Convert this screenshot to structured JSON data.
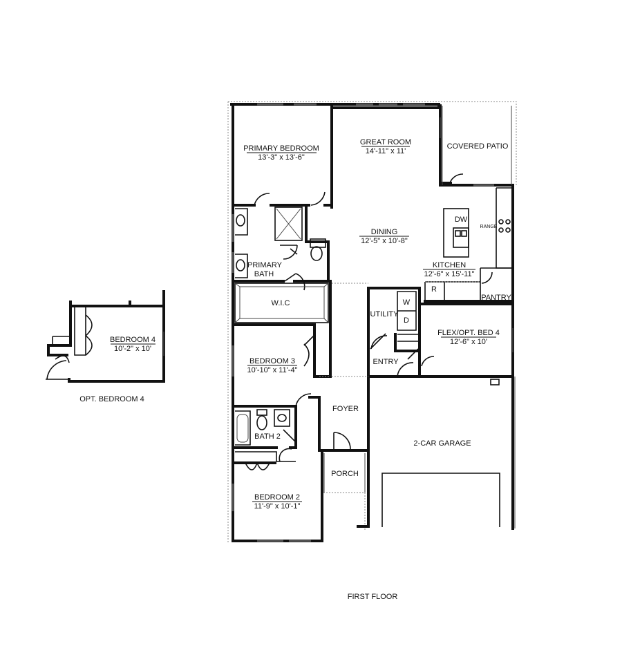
{
  "plan": {
    "floor_title": "FIRST FLOOR",
    "rooms": {
      "primary_bedroom": {
        "name": "PRIMARY BEDROOM",
        "dims": "13'-3\" x 13'-6\""
      },
      "great_room": {
        "name": "GREAT ROOM",
        "dims": "14'-11\" x 11'"
      },
      "covered_patio": {
        "name": "COVERED PATIO"
      },
      "dining": {
        "name": "DINING",
        "dims": "12'-5\" x 10'-8\""
      },
      "kitchen": {
        "name": "KITCHEN",
        "dims": "12'-6\" x 15'-11\""
      },
      "primary_bath": {
        "name_line1": "PRIMARY",
        "name_line2": "BATH"
      },
      "wic": {
        "name": "W.I.C"
      },
      "pantry": {
        "name": "PANTRY"
      },
      "utility": {
        "name": "UTILITY"
      },
      "flex": {
        "name": "FLEX/OPT. BED 4",
        "dims": "12'-6\" x 10'"
      },
      "entry": {
        "name": "ENTRY"
      },
      "bedroom3": {
        "name": "BEDROOM 3",
        "dims": "10'-10\" x 11'-4\""
      },
      "foyer": {
        "name": "FOYER"
      },
      "garage": {
        "name": "2-CAR GARAGE"
      },
      "bath2": {
        "name": "BATH 2"
      },
      "porch": {
        "name": "PORCH"
      },
      "bedroom2": {
        "name": "BEDROOM 2",
        "dims": "11'-9\" x 10'-1\""
      }
    },
    "fixtures": {
      "dishwasher": "DW",
      "range": "RANGE",
      "refrigerator": "R",
      "washer": "W",
      "dryer": "D"
    },
    "option": {
      "bedroom4": {
        "name": "BEDROOM 4",
        "dims": "10'-2\" x 10'"
      },
      "title": "OPT. BEDROOM 4"
    }
  }
}
